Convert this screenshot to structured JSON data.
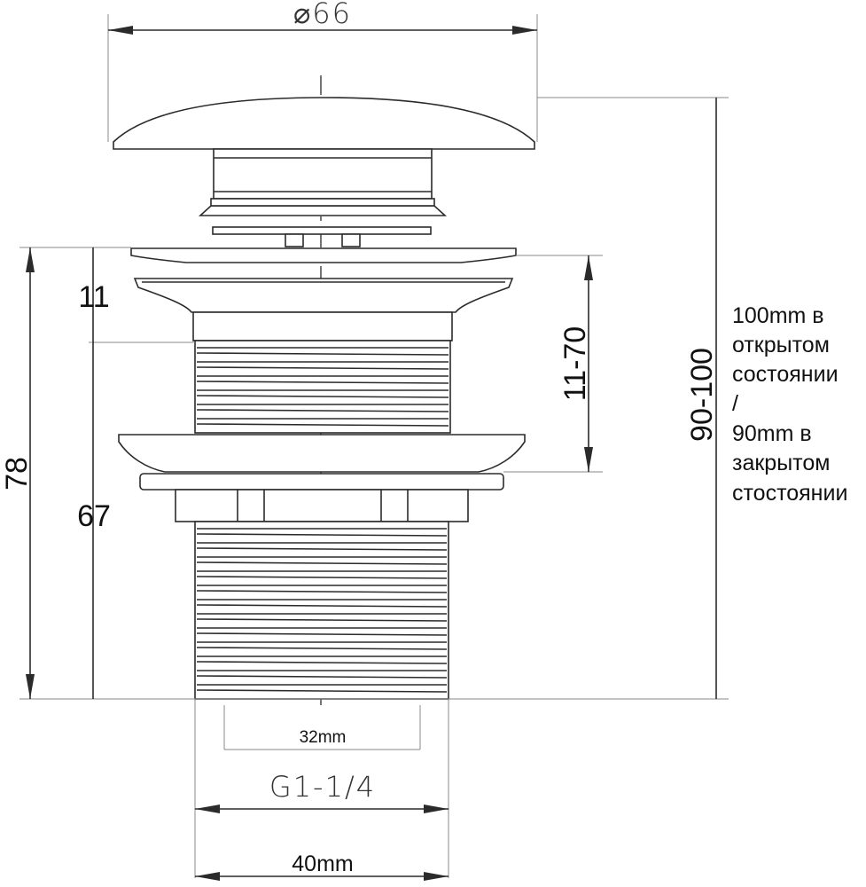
{
  "dimensions": {
    "diameter_top": "⌀66",
    "height_total": "78",
    "height_body": "67",
    "height_flange": "11",
    "clamp_range": "11-70",
    "overall_height": "90-100",
    "inner_width": "32mm",
    "thread_spec": "G1-1/4",
    "outer_width": "40mm"
  },
  "note": {
    "lines": [
      "100mm в",
      "открытом",
      "состоянии",
      "/",
      "90mm в",
      "закрытом",
      "стостоянии"
    ]
  }
}
